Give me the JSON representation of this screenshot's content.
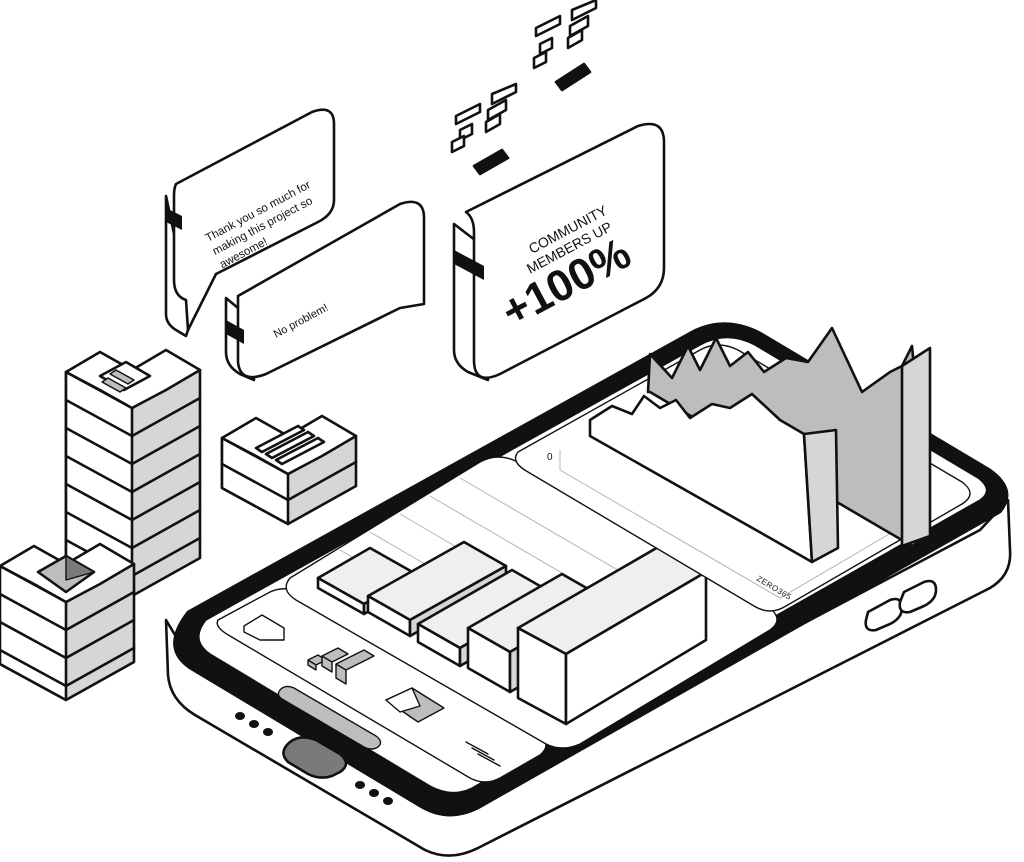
{
  "bubbles": {
    "message_1": "Thank you so much for making this project so awesome!",
    "message_1_lines": [
      "Thank you so much for",
      "making this project so",
      "awesome!"
    ],
    "message_2": "No problem!"
  },
  "stat_card": {
    "line_1": "COMMUNITY",
    "line_2": "MEMBERS UP",
    "value": "+100%"
  },
  "chart": {
    "axis_zero": "0"
  },
  "brand": {
    "watermark": "ZERO365"
  },
  "icons": {
    "nav": [
      "home-icon",
      "bar-chart-icon",
      "mail-icon",
      "menu-icon"
    ],
    "tokens": [
      "bitcoin-icon",
      "ethereum-icon",
      "stack-icon"
    ]
  }
}
